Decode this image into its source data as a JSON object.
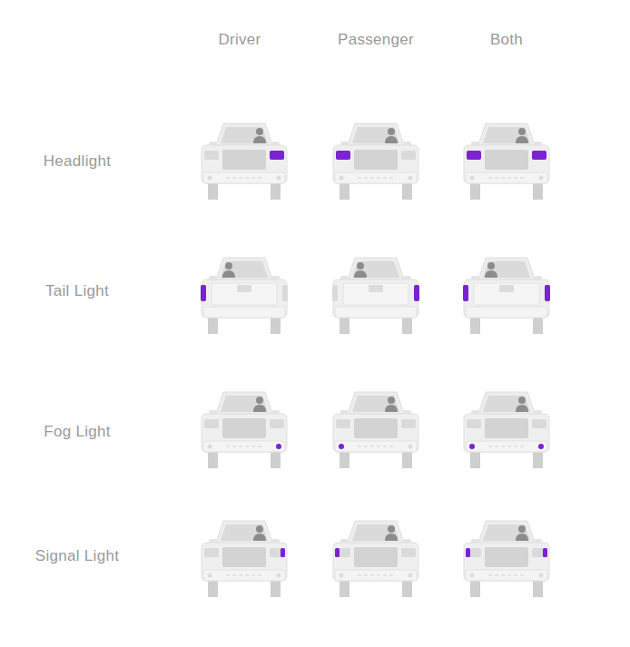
{
  "diagram": {
    "labels": [
      "Driver",
      "Passenger",
      "Both",
      "Headlight",
      "Tail Light",
      "Fog Light",
      "Signal Light"
    ]
  }
}
